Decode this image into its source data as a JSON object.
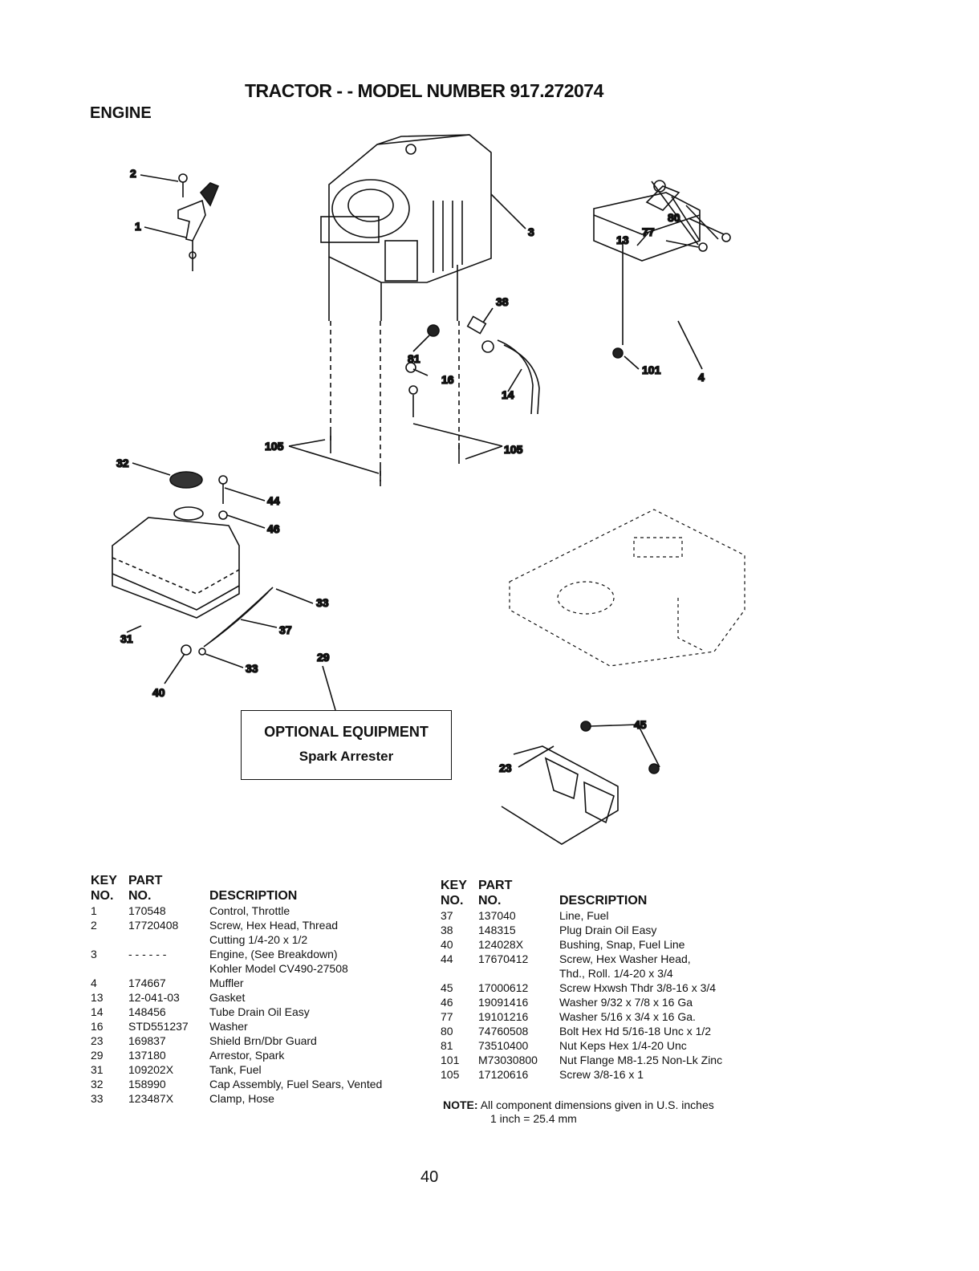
{
  "header": {
    "title": "TRACTOR - - MODEL NUMBER 917.272074",
    "section": "ENGINE"
  },
  "callouts": [
    "2",
    "1",
    "3",
    "80",
    "77",
    "13",
    "38",
    "81",
    "16",
    "14",
    "101",
    "4",
    "105",
    "105",
    "32",
    "44",
    "46",
    "33",
    "37",
    "31",
    "40",
    "33",
    "29",
    "45",
    "23"
  ],
  "optional_box": {
    "line1": "OPTIONAL EQUIPMENT",
    "line2": "Spark Arrester"
  },
  "parts_table": {
    "headers": {
      "key_top": "KEY",
      "key_bottom": "NO.",
      "part_top": "PART",
      "part_bottom": "NO.",
      "description": "DESCRIPTION"
    },
    "left": [
      {
        "key": "1",
        "part": "170548",
        "desc": [
          "Control, Throttle"
        ]
      },
      {
        "key": "2",
        "part": "17720408",
        "desc": [
          "Screw, Hex Head, Thread",
          "Cutting 1/4-20 x 1/2"
        ]
      },
      {
        "key": "3",
        "part": "- - - - - -",
        "desc": [
          "Engine, (See Breakdown)",
          "Kohler Model CV490-27508"
        ]
      },
      {
        "key": "4",
        "part": "174667",
        "desc": [
          "Muffler"
        ]
      },
      {
        "key": "13",
        "part": "12-041-03",
        "desc": [
          "Gasket"
        ]
      },
      {
        "key": "14",
        "part": "148456",
        "desc": [
          "Tube Drain Oil Easy"
        ]
      },
      {
        "key": "16",
        "part": "STD551237",
        "desc": [
          "Washer"
        ]
      },
      {
        "key": "23",
        "part": "169837",
        "desc": [
          "Shield Brn/Dbr Guard"
        ]
      },
      {
        "key": "29",
        "part": "137180",
        "desc": [
          "Arrestor, Spark"
        ]
      },
      {
        "key": "31",
        "part": "109202X",
        "desc": [
          "Tank, Fuel"
        ]
      },
      {
        "key": "32",
        "part": "158990",
        "desc": [
          "Cap Assembly, Fuel Sears, Vented"
        ]
      },
      {
        "key": "33",
        "part": "123487X",
        "desc": [
          "Clamp, Hose"
        ]
      }
    ],
    "right": [
      {
        "key": "37",
        "part": "137040",
        "desc": [
          "Line, Fuel"
        ]
      },
      {
        "key": "38",
        "part": "148315",
        "desc": [
          "Plug Drain Oil Easy"
        ]
      },
      {
        "key": "40",
        "part": "124028X",
        "desc": [
          "Bushing, Snap, Fuel Line"
        ]
      },
      {
        "key": "44",
        "part": "17670412",
        "desc": [
          "Screw, Hex Washer Head,",
          "Thd., Roll. 1/4-20 x 3/4"
        ]
      },
      {
        "key": "45",
        "part": "17000612",
        "desc": [
          "Screw Hxwsh Thdr 3/8-16 x 3/4"
        ]
      },
      {
        "key": "46",
        "part": "19091416",
        "desc": [
          "Washer  9/32 x 7/8 x 16 Ga"
        ]
      },
      {
        "key": "77",
        "part": "19101216",
        "desc": [
          "Washer  5/16 x 3/4 x 16 Ga."
        ]
      },
      {
        "key": "80",
        "part": "74760508",
        "desc": [
          "Bolt Hex Hd  5/16-18 Unc x 1/2"
        ]
      },
      {
        "key": "81",
        "part": "73510400",
        "desc": [
          "Nut Keps Hex 1/4-20 Unc"
        ]
      },
      {
        "key": "101",
        "part": "M73030800",
        "desc": [
          "Nut Flange M8-1.25 Non-Lk Zinc"
        ]
      },
      {
        "key": "105",
        "part": "17120616",
        "desc": [
          "Screw 3/8-16 x 1"
        ]
      }
    ]
  },
  "note": {
    "label": "NOTE:",
    "line1": "All component dimensions given in U.S. inches",
    "line2": "1 inch = 25.4 mm"
  },
  "page_number": "40"
}
